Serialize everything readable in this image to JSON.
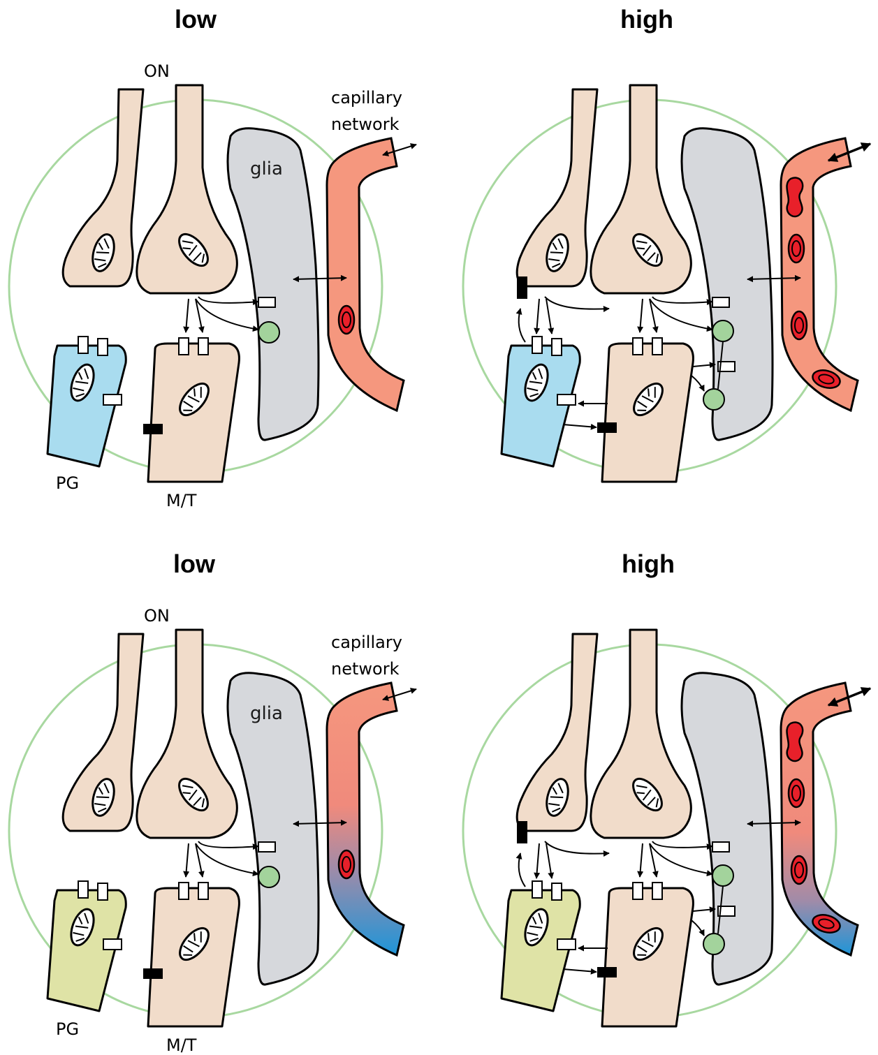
{
  "panels": [
    {
      "title": "low",
      "labels": {
        "on": "ON",
        "capillary": "capillary",
        "network": "network",
        "glia": "glia",
        "pg": "PG",
        "mt": "M/T"
      }
    },
    {
      "title": "high",
      "labels": {}
    },
    {
      "title": "low",
      "labels": {
        "on": "ON",
        "capillary": "capillary",
        "network": "network",
        "glia": "glia",
        "pg": "PG",
        "mt": "M/T"
      }
    },
    {
      "title": "high",
      "labels": {}
    }
  ],
  "colors": {
    "neuron": "#f1dcca",
    "glia": "#d6d8dc",
    "capillary": "#f5977e",
    "capillary_deoxy": "#1e95d8",
    "rbc": "#e8202a",
    "pg_top": "#a9dcef",
    "pg_bottom": "#dfe3a6",
    "astro_dot": "#a3d39c",
    "glomerulus": "#a8d8a0"
  },
  "icons": [
    "mitochondrion-icon",
    "receptor-icon",
    "channel-icon",
    "red-blood-cell-icon"
  ]
}
